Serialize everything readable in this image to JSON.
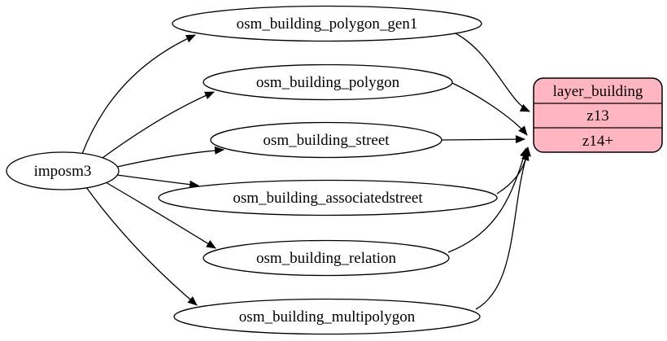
{
  "colors": {
    "background": "#ffffff",
    "node_fill": "#ffffff",
    "node_stroke": "#000000",
    "edge": "#000000",
    "record_fill": "#ffb6c1",
    "text": "#000000"
  },
  "nodes": {
    "source": {
      "label": "imposm3"
    },
    "tables": [
      {
        "label": "osm_building_polygon_gen1"
      },
      {
        "label": "osm_building_polygon"
      },
      {
        "label": "osm_building_street"
      },
      {
        "label": "osm_building_associatedstreet"
      },
      {
        "label": "osm_building_relation"
      },
      {
        "label": "osm_building_multipolygon"
      }
    ],
    "layer": {
      "title": "layer_building",
      "rows": [
        {
          "label": "z13"
        },
        {
          "label": "z14+"
        }
      ]
    }
  },
  "edges": [
    {
      "from": "imposm3",
      "to": "osm_building_polygon_gen1"
    },
    {
      "from": "imposm3",
      "to": "osm_building_polygon"
    },
    {
      "from": "imposm3",
      "to": "osm_building_street"
    },
    {
      "from": "imposm3",
      "to": "osm_building_associatedstreet"
    },
    {
      "from": "imposm3",
      "to": "osm_building_relation"
    },
    {
      "from": "imposm3",
      "to": "osm_building_multipolygon"
    },
    {
      "from": "osm_building_polygon_gen1",
      "to": "layer_building:z13"
    },
    {
      "from": "osm_building_polygon",
      "to": "layer_building:z14+"
    },
    {
      "from": "osm_building_street",
      "to": "layer_building:z14+"
    },
    {
      "from": "osm_building_associatedstreet",
      "to": "layer_building:z14+"
    },
    {
      "from": "osm_building_relation",
      "to": "layer_building:z14+"
    },
    {
      "from": "osm_building_multipolygon",
      "to": "layer_building:z14+"
    }
  ]
}
